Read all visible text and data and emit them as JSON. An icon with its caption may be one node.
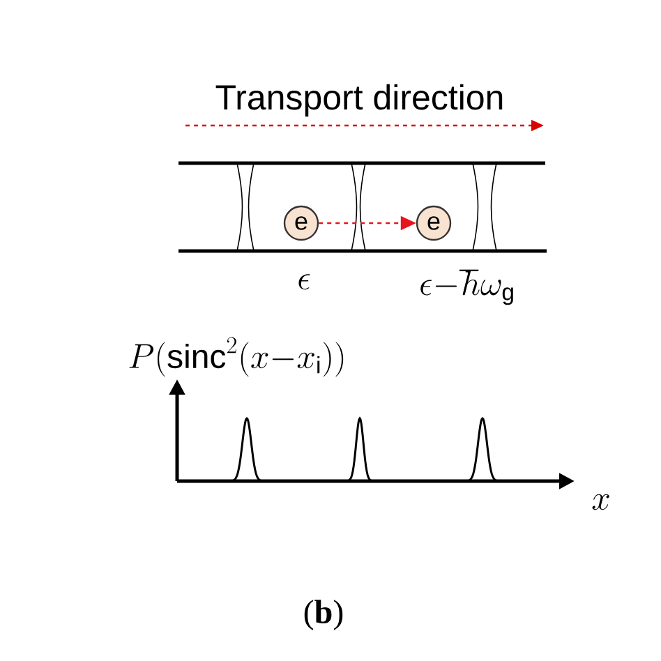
{
  "diagram": {
    "nodes": [
      {
        "text": [
          "e"
        ]
      },
      {
        "text": [
          "e"
        ]
      }
    ],
    "edges": [
      {
        "from": 0,
        "to": 1,
        "arrow": "to",
        "style": "dashed",
        "color": "#e8141c"
      }
    ],
    "labels": [
      "Transport direction",
      "\\epsilon",
      "\\epsilon{-}\\hbar\\omega_{\\mathrm{g}}",
      "P(\\mathrm{sinc}^2(x{-}x_{\\mathrm{i}}))",
      "x",
      "(**b**)"
    ]
  }
}
